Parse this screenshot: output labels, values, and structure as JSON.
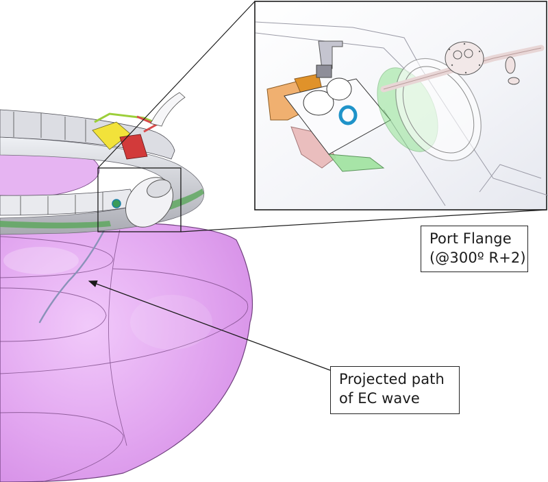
{
  "figure": {
    "description": "CAD rendering of tokamak vessel ring with EC launcher and port flange; magnified inset of port flange assembly",
    "colors": {
      "plasma_volume": "#e3a9f2",
      "plasma_edge": "#7a4a86",
      "ring_structure": "#c9c9cf",
      "ring_shadow": "#9a9aa3",
      "green_component": "#6fd36f",
      "yellow_component": "#f2e23a",
      "red_component": "#d23a3a",
      "orange_component": "#e89a2e",
      "cyan_component": "#2aa5c9",
      "ec_path": "#8a92b8",
      "inset_background": "#f2f3f7",
      "leader_line": "#1a1a1a"
    }
  },
  "callouts": {
    "port_flange": {
      "line1": "Port Flange",
      "line2": "(@300º R+2)"
    },
    "ec_path": {
      "line1": "Projected path",
      "line2": "of EC wave"
    }
  },
  "inset": {
    "title": "Port flange detail (magnified view)"
  }
}
